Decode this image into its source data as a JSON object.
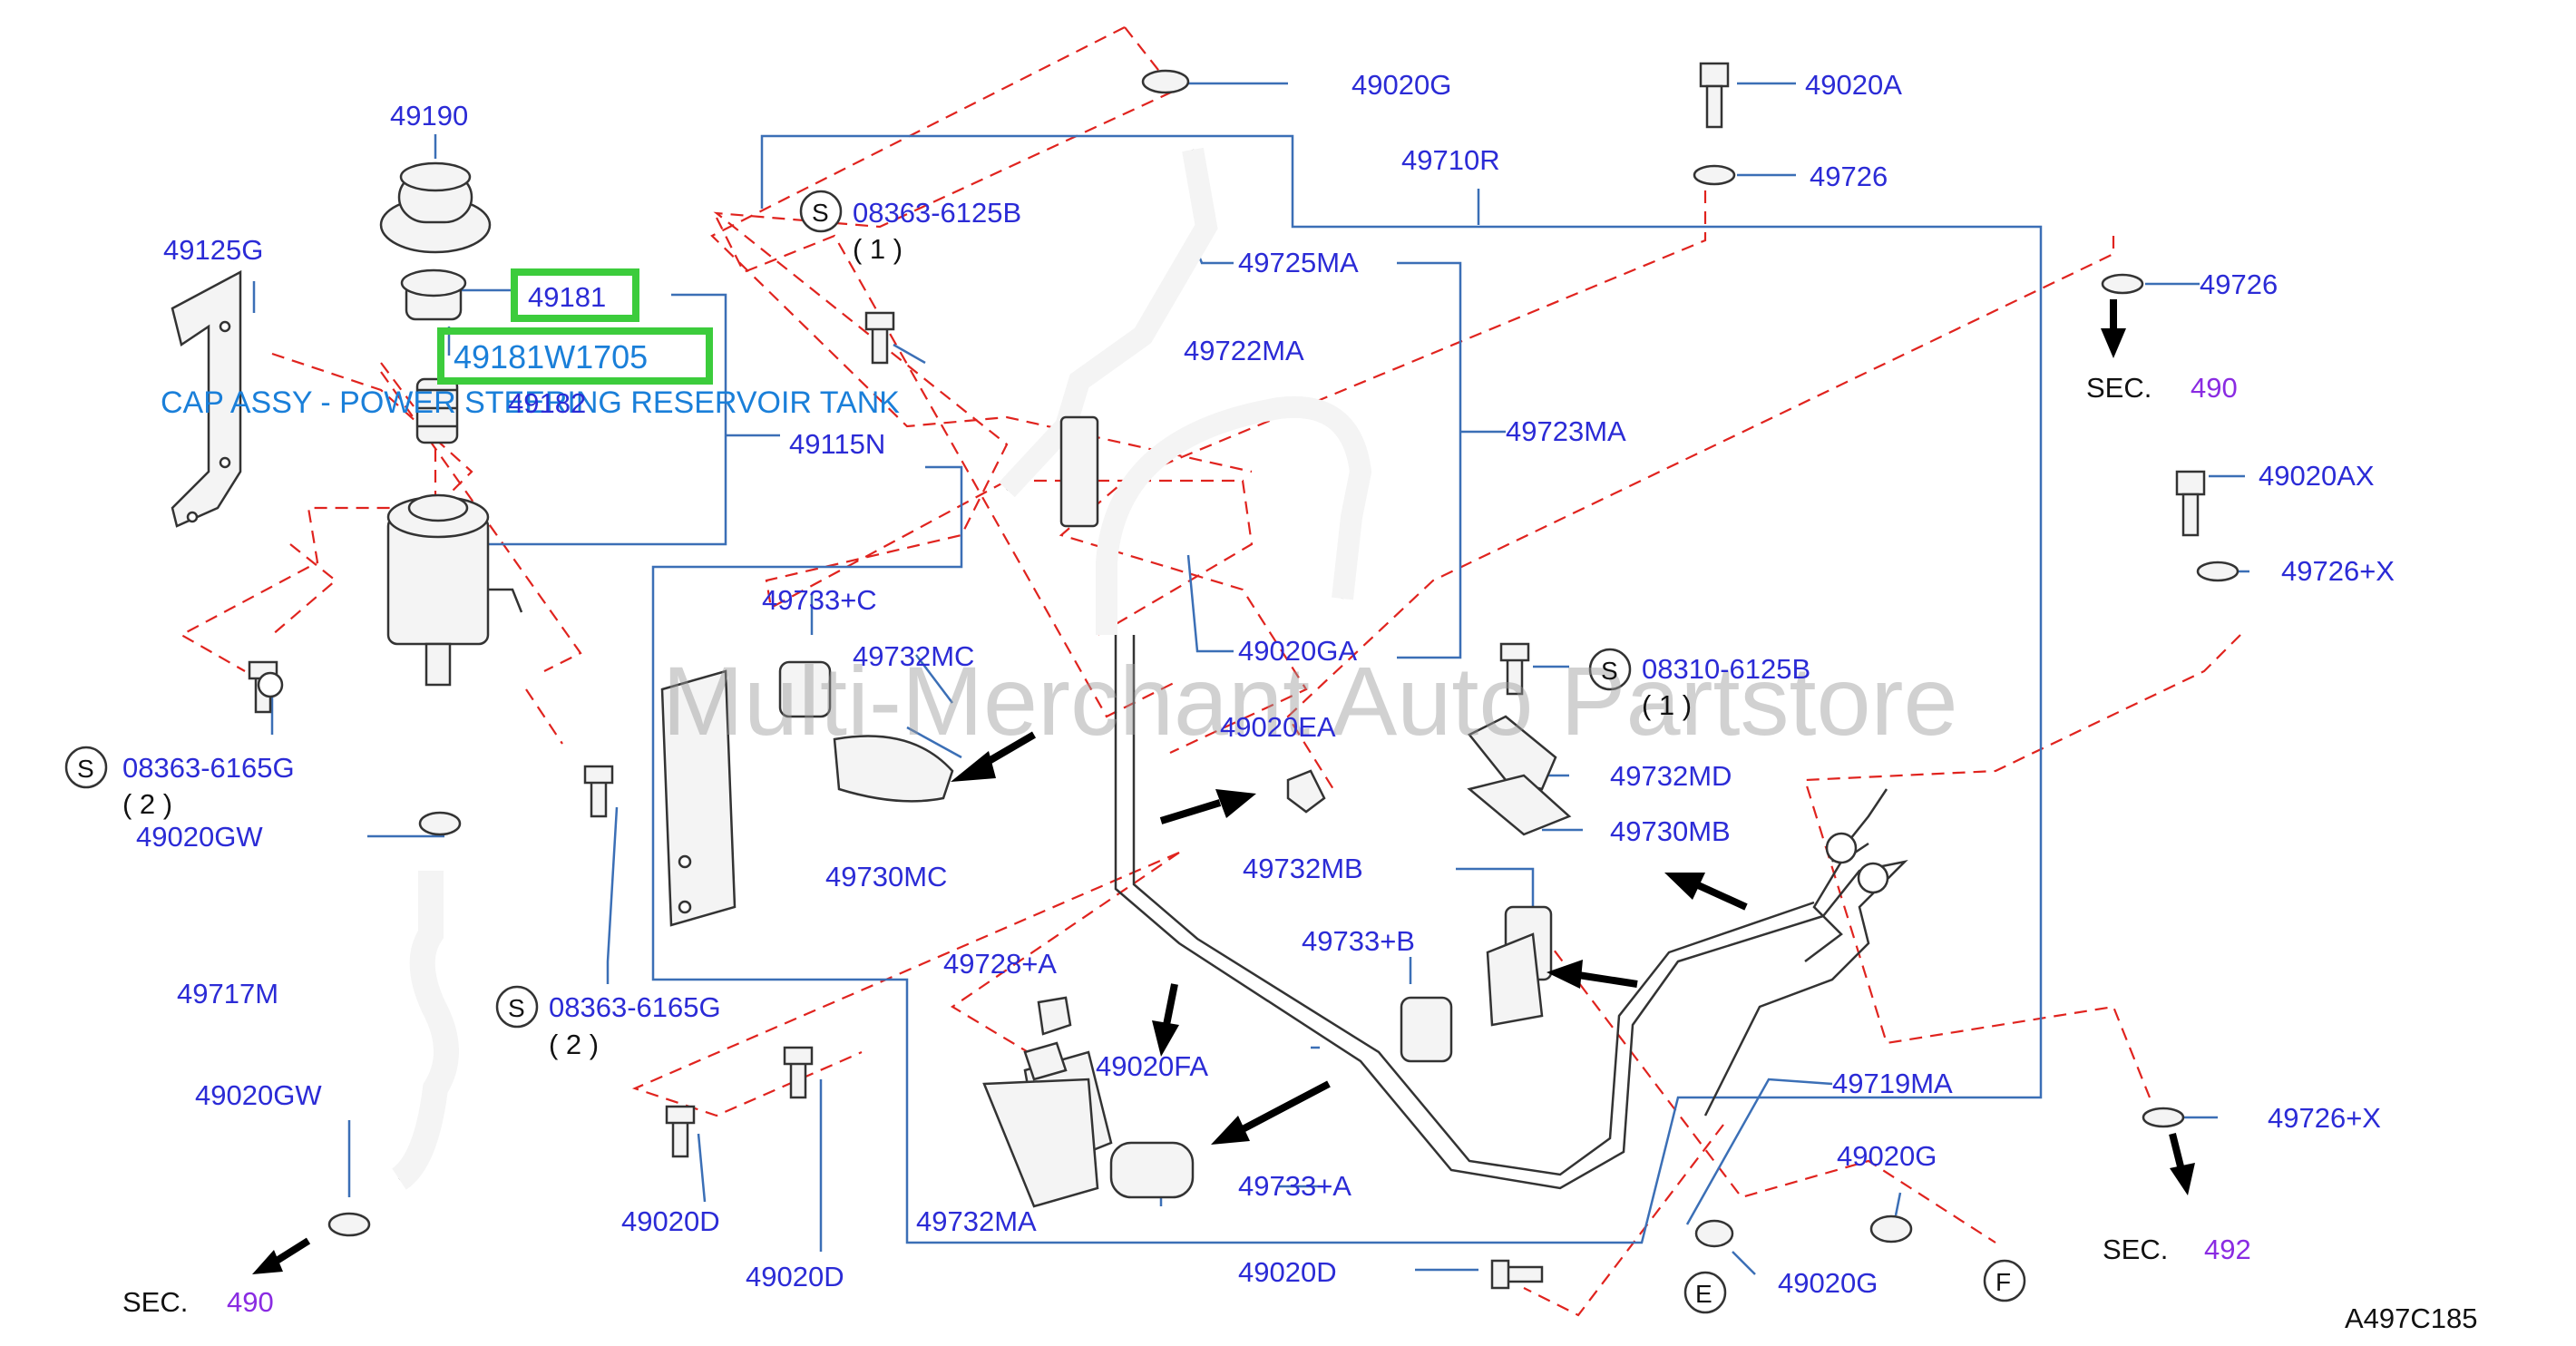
{
  "parts": {
    "p49190": "49190",
    "p49181": "49181",
    "p49181w": "49181W1705",
    "caption": "CAP ASSY - POWER STEERING RESERVOIR TANK",
    "p49182": "49182",
    "p49125g": "49125G",
    "p49115n": "49115N",
    "p49020g_top": "49020G",
    "p49020a": "49020A",
    "p49726_top": "49726",
    "p49710r": "49710R",
    "s08363_6125b": "08363-6125B",
    "qty1_a": "( 1 )",
    "p49725ma": "49725MA",
    "p49722ma": "49722MA",
    "p49723ma": "49723MA",
    "p49726_r": "49726",
    "sec490_r_label": "SEC.",
    "sec490_r_num": "490",
    "p49020ax": "49020AX",
    "p49726x_r": "49726+X",
    "p49733c": "49733+C",
    "p49732mc": "49732MC",
    "p49020ga": "49020GA",
    "s08310_6125b": "08310-6125B",
    "qty1_b": "( 1 )",
    "p49020ea": "49020EA",
    "p49732md": "49732MD",
    "s08363_6165g_l": "08363-6165G",
    "qty2_a": "( 2 )",
    "p49020gw_a": "49020GW",
    "p49730mc": "49730MC",
    "p49730mb": "49730MB",
    "p49732mb": "49732MB",
    "p49733b": "49733+B",
    "p49728a": "49728+A",
    "p49717m": "49717M",
    "s08363_6165g_m": "08363-6165G",
    "qty2_b": "( 2 )",
    "p49020fa": "49020FA",
    "p49020gw_b": "49020GW",
    "p49719ma": "49719MA",
    "p49726x_b": "49726+X",
    "p49733a": "49733+A",
    "p49020g_b": "49020G",
    "p49732ma": "49732MA",
    "p49020d_a": "49020D",
    "p49020d_b": "49020D",
    "p49020d_c": "49020D",
    "p49020g_c": "49020G",
    "sec490_l_label": "SEC.",
    "sec490_l_num": "490",
    "sec492_label": "SEC.",
    "sec492_num": "492",
    "code": "A497C185",
    "s_mark": "S",
    "e_mark": "E",
    "f_mark": "F"
  },
  "watermark": "Multi-Merchant Auto Partstore",
  "colors": {
    "label": "#2b2bd6",
    "leader": "#3b6fb6",
    "dashed": "#e0231e",
    "highlight": "#3ccc3c",
    "caption": "#1a7fd9",
    "section": "#8a2be2"
  }
}
